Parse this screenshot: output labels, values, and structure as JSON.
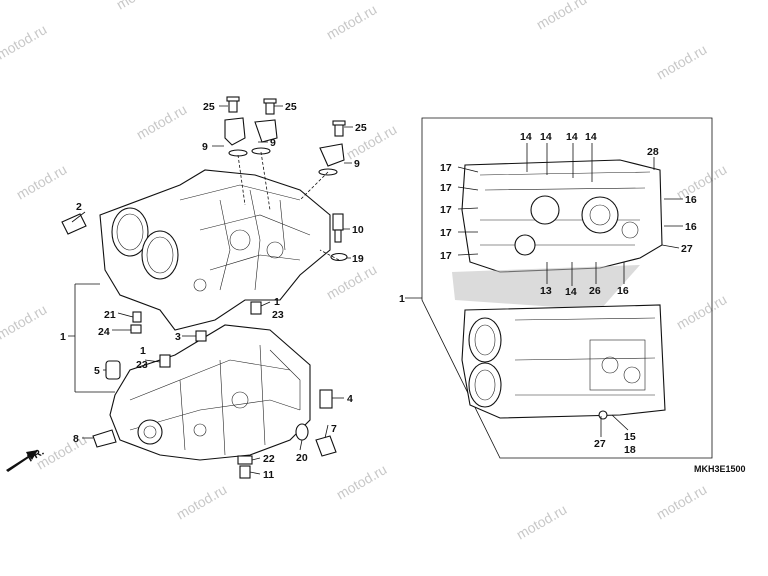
{
  "diagram": {
    "code": "MKH3E1500",
    "direction_label": "FR.",
    "watermark": "motod.ru",
    "callouts": [
      {
        "id": "c25a",
        "text": "25"
      },
      {
        "id": "c25b",
        "text": "25"
      },
      {
        "id": "c25c",
        "text": "25"
      },
      {
        "id": "c9a",
        "text": "9"
      },
      {
        "id": "c9b",
        "text": "9"
      },
      {
        "id": "c9c",
        "text": "9"
      },
      {
        "id": "c2",
        "text": "2"
      },
      {
        "id": "c10",
        "text": "10"
      },
      {
        "id": "c19",
        "text": "19"
      },
      {
        "id": "c1a",
        "text": "1"
      },
      {
        "id": "c23a",
        "text": "23"
      },
      {
        "id": "c1b",
        "text": "1"
      },
      {
        "id": "c21",
        "text": "21"
      },
      {
        "id": "c24",
        "text": "24"
      },
      {
        "id": "c3",
        "text": "3"
      },
      {
        "id": "c1c",
        "text": "1"
      },
      {
        "id": "c23b",
        "text": "23"
      },
      {
        "id": "c5",
        "text": "5"
      },
      {
        "id": "c4",
        "text": "4"
      },
      {
        "id": "c8",
        "text": "8"
      },
      {
        "id": "c7",
        "text": "7"
      },
      {
        "id": "c20",
        "text": "20"
      },
      {
        "id": "c22",
        "text": "22"
      },
      {
        "id": "c11",
        "text": "11"
      },
      {
        "id": "c1d",
        "text": "1"
      },
      {
        "id": "r14a",
        "text": "14"
      },
      {
        "id": "r14b",
        "text": "14"
      },
      {
        "id": "r14c",
        "text": "14"
      },
      {
        "id": "r14d",
        "text": "14"
      },
      {
        "id": "r28",
        "text": "28"
      },
      {
        "id": "r17a",
        "text": "17"
      },
      {
        "id": "r17b",
        "text": "17"
      },
      {
        "id": "r17c",
        "text": "17"
      },
      {
        "id": "r17d",
        "text": "17"
      },
      {
        "id": "r17e",
        "text": "17"
      },
      {
        "id": "r16a",
        "text": "16"
      },
      {
        "id": "r16b",
        "text": "16"
      },
      {
        "id": "r27a",
        "text": "27"
      },
      {
        "id": "r13",
        "text": "13"
      },
      {
        "id": "r14e",
        "text": "14"
      },
      {
        "id": "r26",
        "text": "26"
      },
      {
        "id": "r16c",
        "text": "16"
      },
      {
        "id": "r27b",
        "text": "27"
      },
      {
        "id": "r15",
        "text": "15"
      },
      {
        "id": "r18",
        "text": "18"
      }
    ]
  }
}
